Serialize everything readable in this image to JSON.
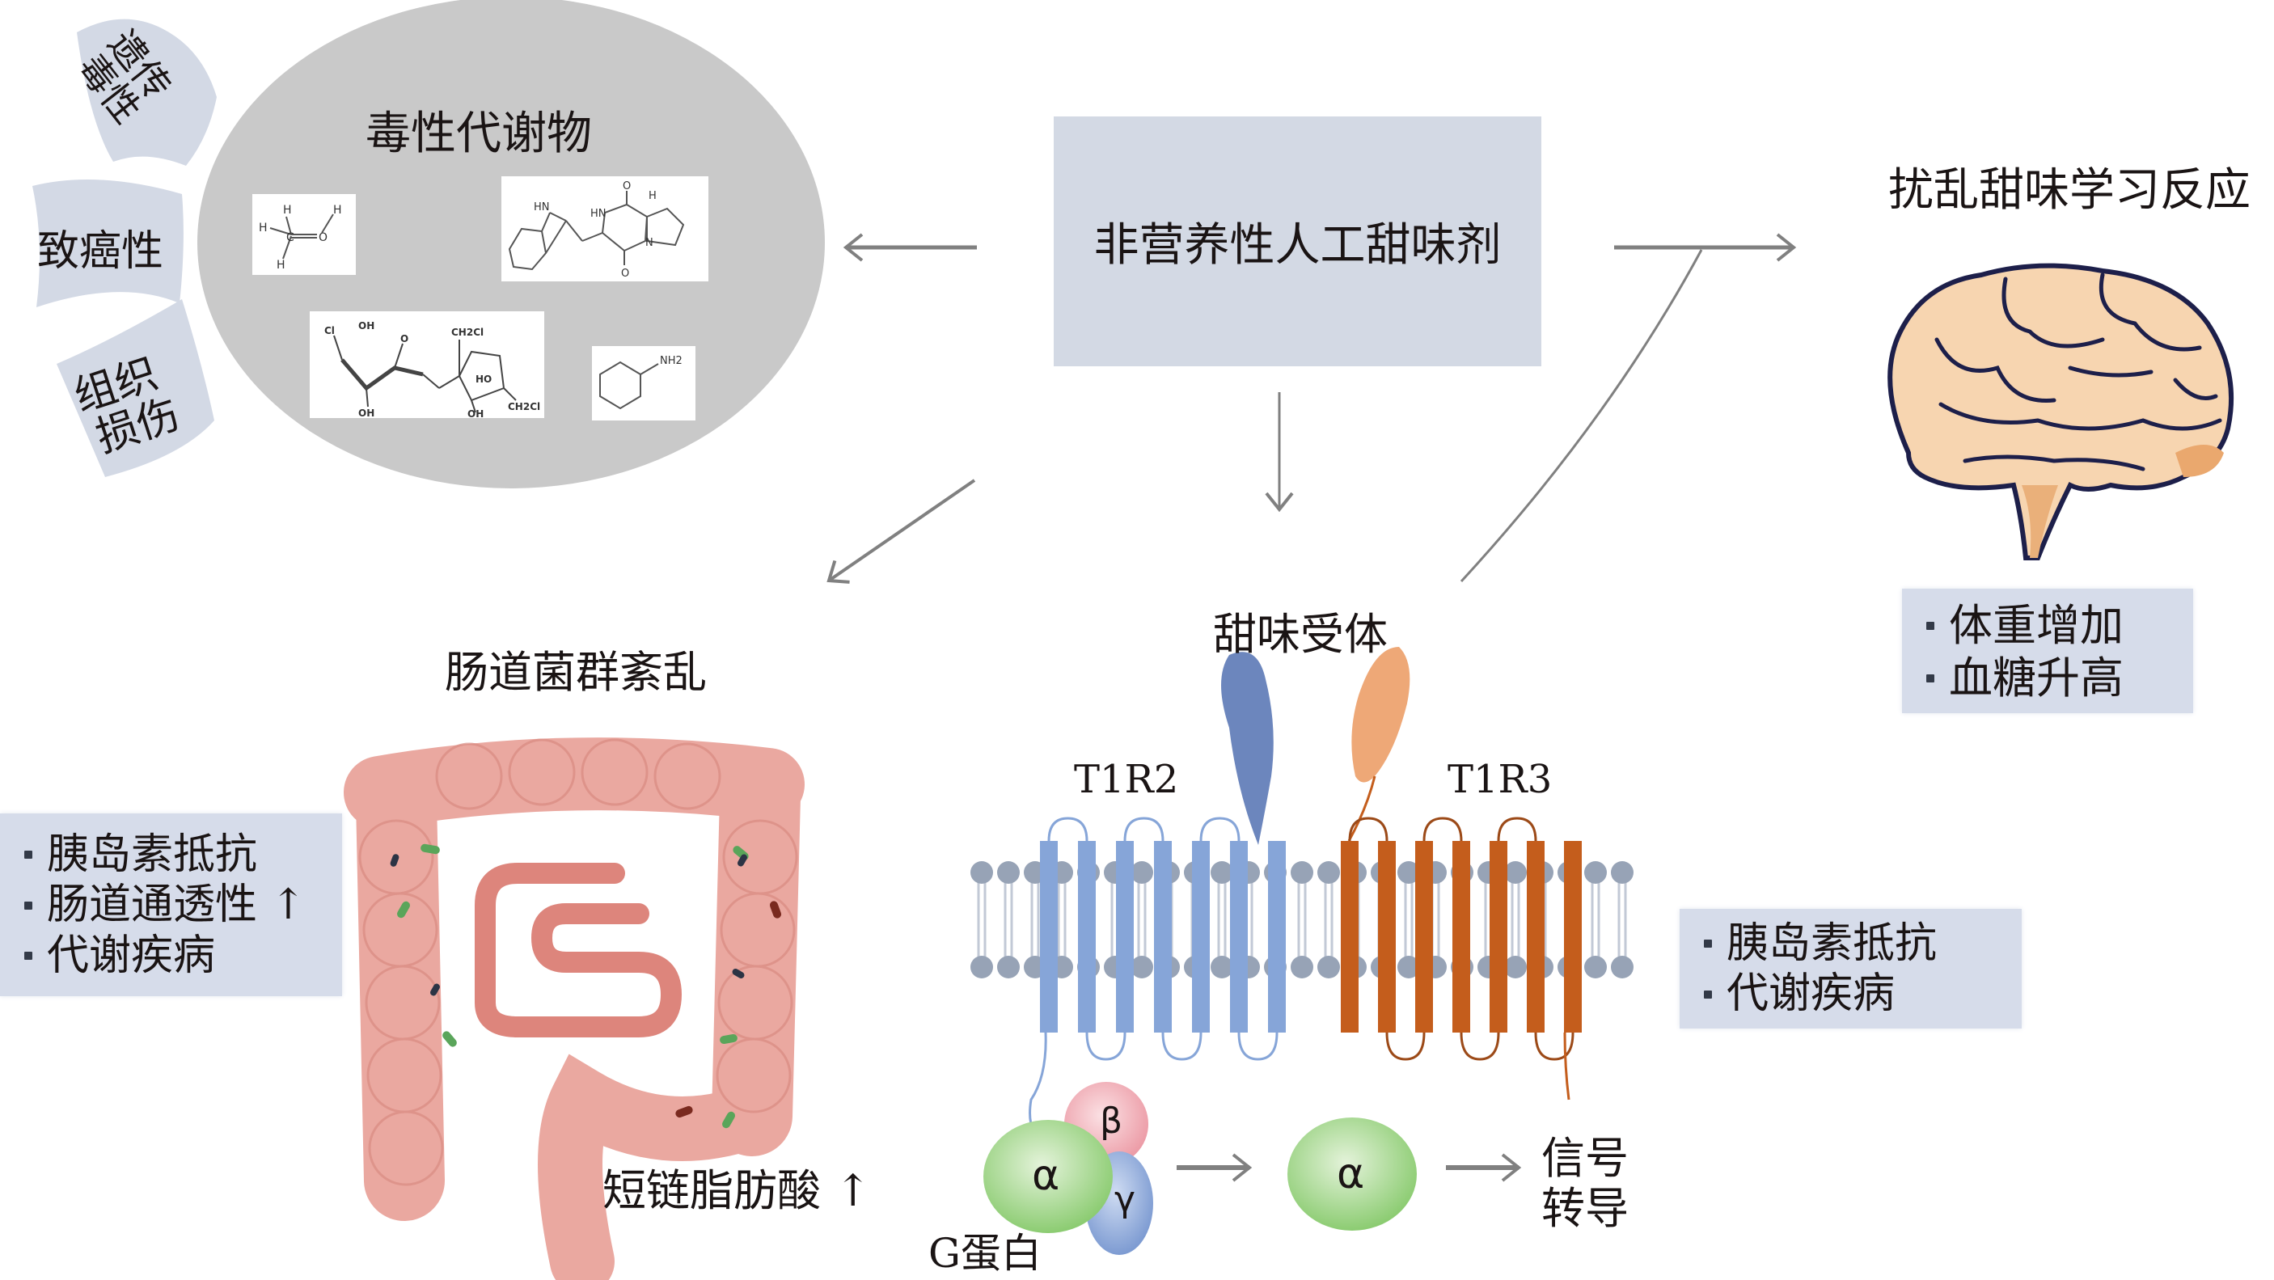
{
  "colors": {
    "metabolite_circle": "#c9c9c9",
    "label_panel": "#d6dcea",
    "arrow": "#808080",
    "t1r2": "#86a5d8",
    "t1r2_head": "#6c86bd",
    "t1r3": "#c45d1c",
    "t1r3_head": "#eea877",
    "membrane_head": "#97a3b6",
    "g_alpha": "#b9dea4",
    "g_beta": "#f0b5bd",
    "g_gamma": "#93acd9",
    "colon": "#eaa8a0",
    "brain": "#f7d5b0"
  },
  "center": {
    "label": "非营养性人工甜味剂"
  },
  "metabolites": {
    "title": "毒性代谢物",
    "molecules": [
      {
        "name": "methanol",
        "atoms": [
          "H",
          "H",
          "C",
          "O",
          "H",
          "H"
        ]
      },
      {
        "name": "diketopiperazine",
        "atoms": [
          "HN",
          "HN",
          "N",
          "O",
          "O",
          "H"
        ]
      },
      {
        "name": "sucralose",
        "atoms": [
          "Cl",
          "OH",
          "O",
          "CH2Cl",
          "HO",
          "OH",
          "OH",
          "CH2Cl"
        ]
      },
      {
        "name": "cyclohexylamine",
        "atoms": [
          "NH2"
        ]
      }
    ],
    "effects": [
      "遗传毒性",
      "致癌性",
      "组织损伤"
    ],
    "effects_lines": [
      [
        "遗传",
        "毒性"
      ],
      [
        "致癌性"
      ],
      [
        "组织",
        "损伤"
      ]
    ]
  },
  "brain": {
    "title": "扰乱甜味学习反应",
    "bullets": [
      "体重增加",
      "血糖升高"
    ]
  },
  "gut": {
    "title": "肠道菌群紊乱",
    "bullets": [
      "胰岛素抵抗",
      "肠道通透性 ↑",
      "代谢疾病"
    ],
    "scfa_label": "短链脂肪酸 ↑"
  },
  "receptor": {
    "title": "甜味受体",
    "subunit_left": "T1R2",
    "subunit_right": "T1R3",
    "bullets": [
      "胰岛素抵抗",
      "代谢疾病"
    ],
    "g_protein_label": "G蛋白",
    "alpha": "α",
    "beta": "β",
    "gamma": "γ",
    "signal_lines": [
      "信号",
      "转导"
    ]
  }
}
